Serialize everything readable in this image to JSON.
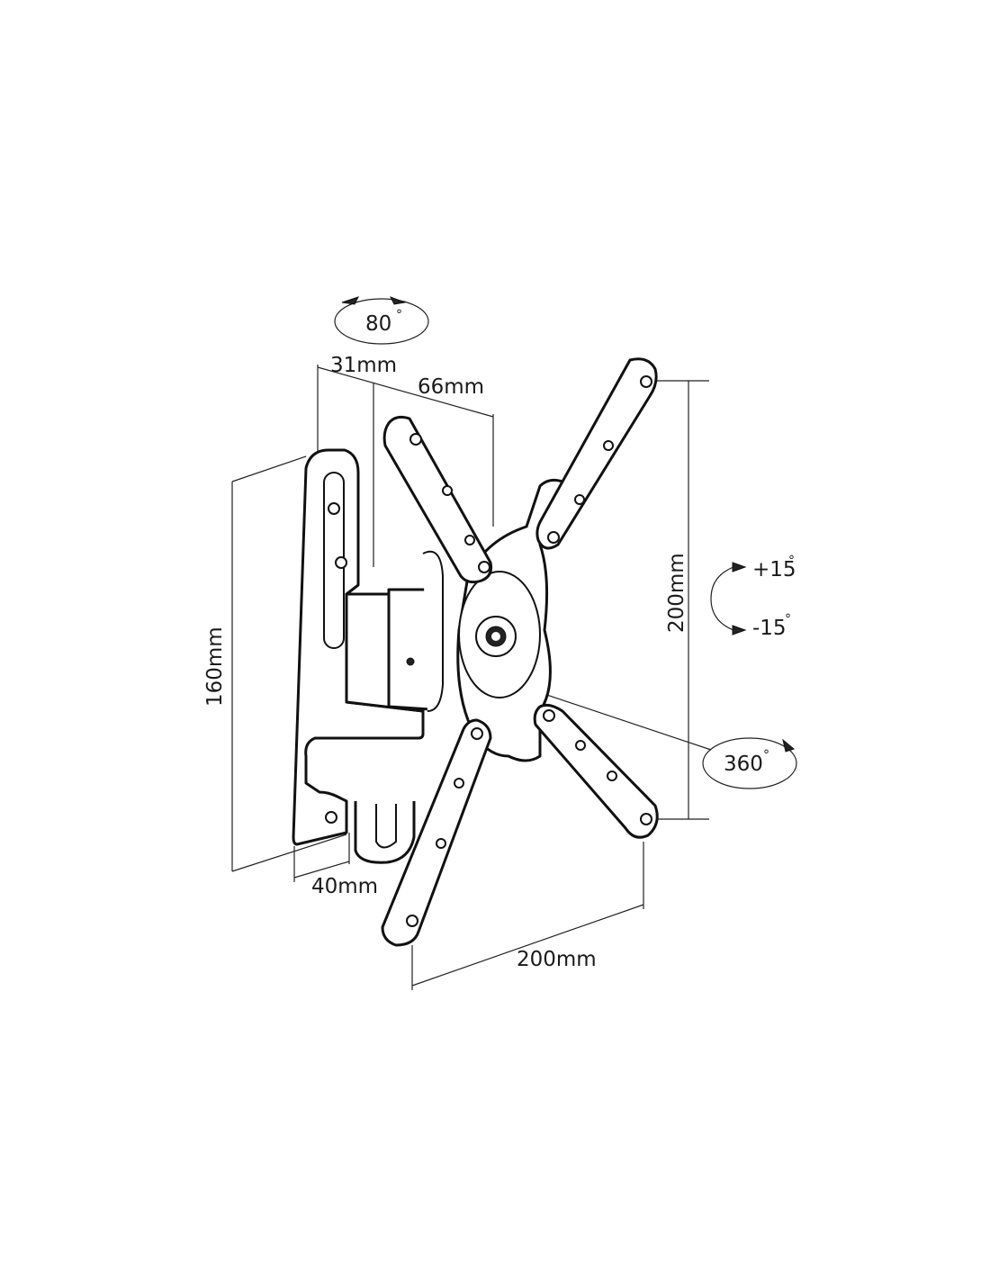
{
  "dimensions": {
    "tilt_swivel": "80",
    "wall_depth": "31mm",
    "arm_depth": "66mm",
    "plate_height": "160mm",
    "plate_width": "40mm",
    "vesa_height": "200mm",
    "vesa_width": "200mm",
    "tilt_up": "+15",
    "tilt_down": "-15",
    "rotation": "360"
  },
  "degree_symbol": "°"
}
